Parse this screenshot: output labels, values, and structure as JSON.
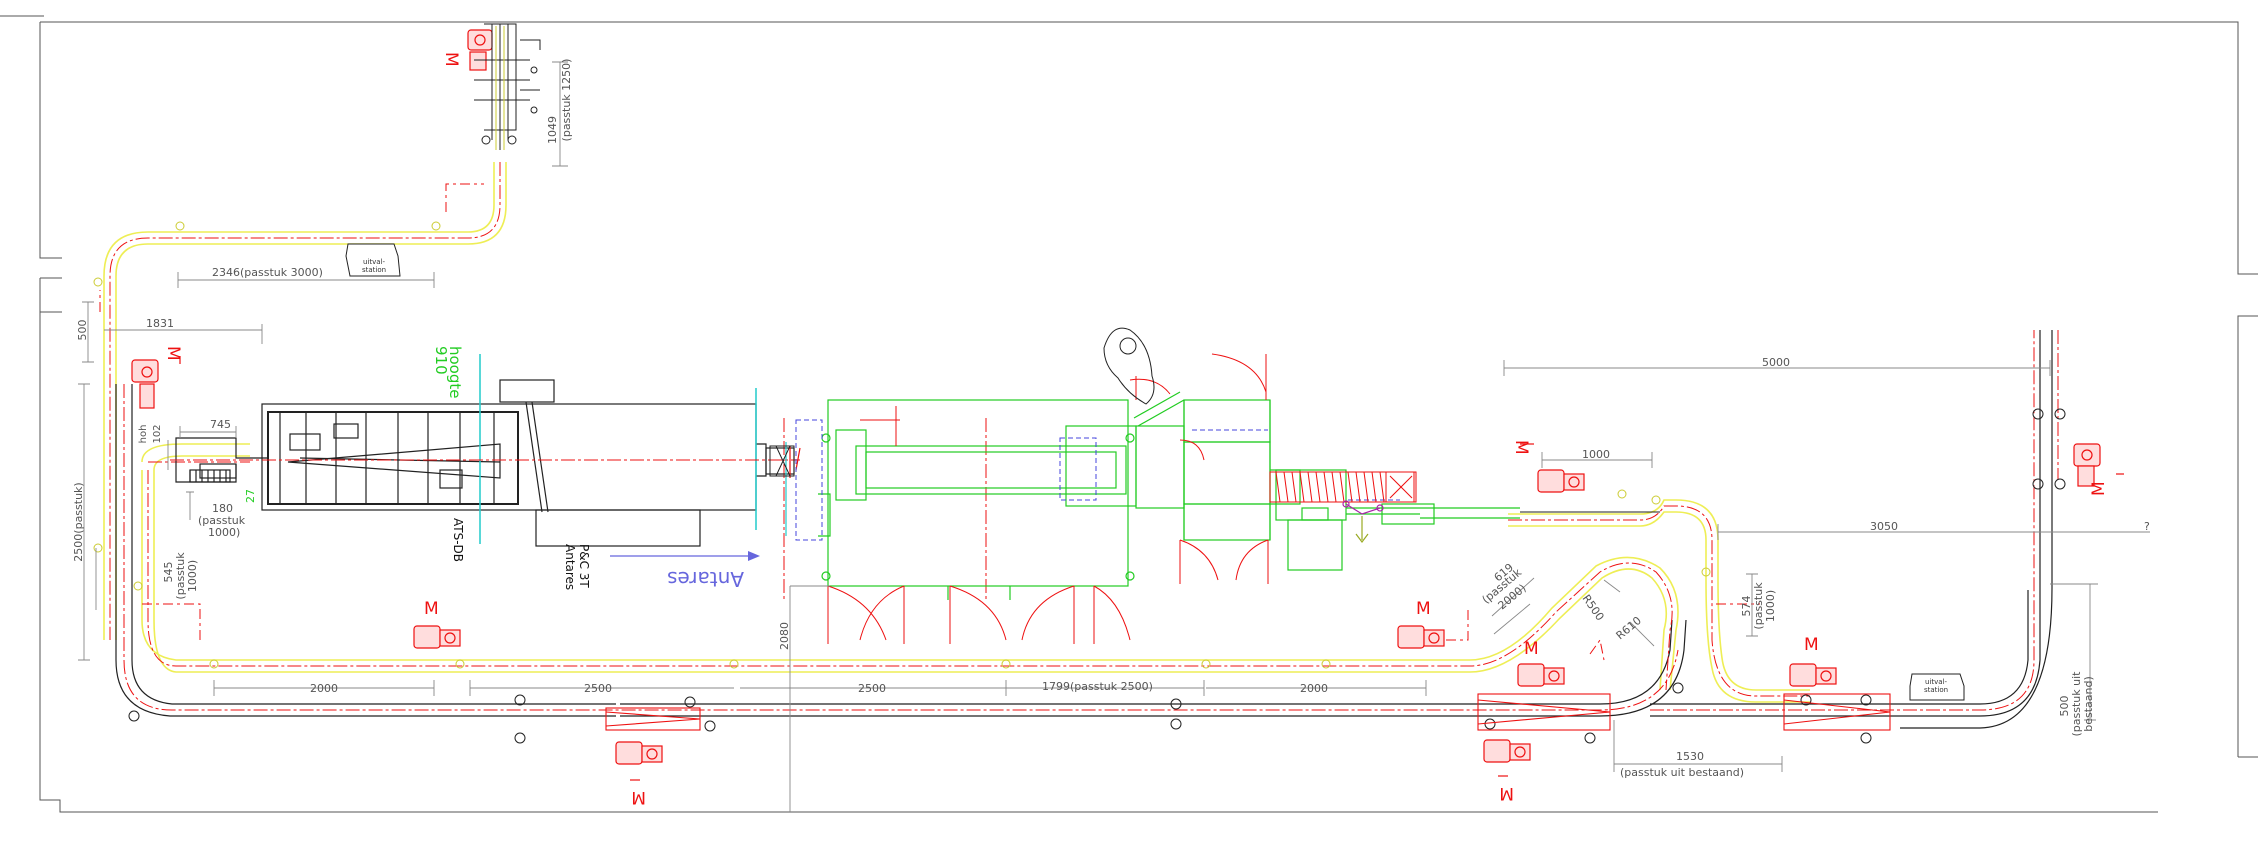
{
  "labels": {
    "antares": "Antares",
    "pc_line1": "P&C 3T",
    "pc_line2": "Antares",
    "ats_db": "ATS-DB",
    "hoogte": "hoogte",
    "hoogte_value": "910",
    "motor": "M",
    "uitval_line1": "uitval-",
    "uitval_line2": "station",
    "question": "?",
    "num_27": "27"
  },
  "dimensions": {
    "d_1049": "1049",
    "d_1049_sub": "(passtuk 1250)",
    "d_2346": "2346(passtuk 3000)",
    "d_500_left": "500",
    "d_1831": "1831",
    "d_745": "745",
    "d_hoh_1": "hoh",
    "d_hoh_2": "102",
    "d_180": "180",
    "d_180_sub1": "(passtuk",
    "d_180_sub2": "1000)",
    "d_2500_vert": "2500(passtuk)",
    "d_545": "545",
    "d_545_sub1": "(passtuk",
    "d_545_sub2": "1000)",
    "d_2000_a": "2000",
    "d_2500_a": "2500",
    "d_2500_b": "2500",
    "d_1799": "1799(passtuk 2500)",
    "d_2000_b": "2000",
    "d_2080": "2080",
    "d_5000": "5000",
    "d_1000": "1000",
    "d_3050": "3050",
    "d_619": "619",
    "d_619_sub1": "(passtuk",
    "d_619_sub2": "2000)",
    "d_r500": "R500",
    "d_r610": "R610",
    "d_574": "574",
    "d_574_sub1": "(passtuk",
    "d_574_sub2": "1000)",
    "d_1530": "1530",
    "d_1530_sub": "(passtuk uit bestaand)",
    "d_500_right": "500",
    "d_500_right_sub1": "(passtuk uit",
    "d_500_right_sub2": "bestaand)"
  },
  "colors": {
    "frame": "#555555",
    "conveyor": "#222222",
    "centerline": "#ee1111",
    "guide": "#eeee55",
    "machine": "#22cc22",
    "blue": "#4444dd",
    "cyan": "#22cccc",
    "motor": "#ee1111"
  }
}
